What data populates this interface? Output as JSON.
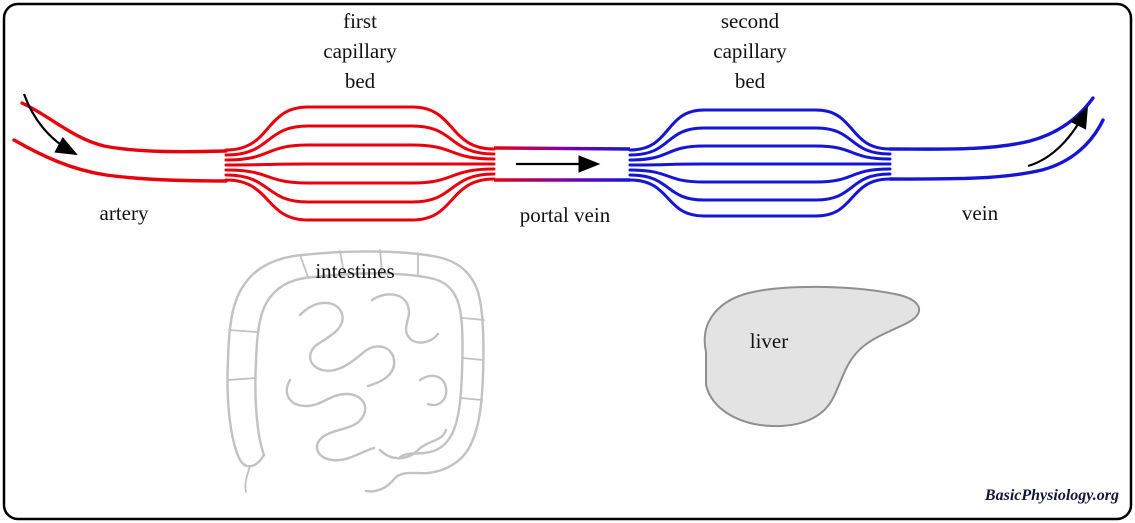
{
  "labels": {
    "first_capillary_bed": "first\ncapillary\nbed",
    "second_capillary_bed": "second\ncapillary\nbed",
    "artery": "artery",
    "portal_vein": "portal vein",
    "vein": "vein",
    "intestines": "intestines",
    "liver": "liver",
    "credit": "BasicPhysiology.org"
  },
  "colors": {
    "artery_red": "#e8000c",
    "vein_blue": "#1515d6",
    "portal_purple": "#8000a8",
    "organ_gray": "#c2c2c2",
    "liver_fill": "#e3e3e3",
    "liver_stroke": "#8f8f8f",
    "credit_navy": "#14143c"
  }
}
